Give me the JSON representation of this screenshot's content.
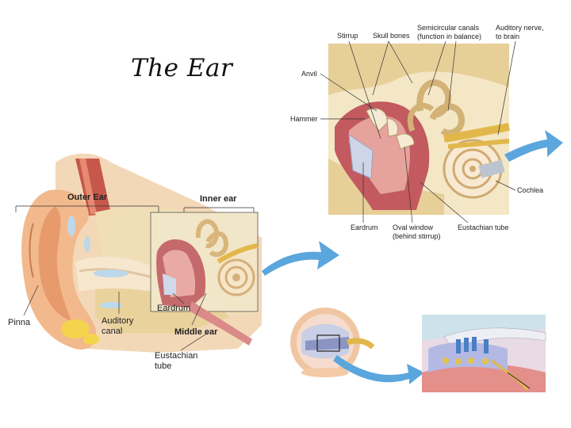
{
  "title": "The Ear",
  "main_diagram": {
    "outer_ear": "Outer Ear",
    "inner_ear": "Inner ear",
    "pinna": "Pinna",
    "auditory_canal_1": "Auditory",
    "auditory_canal_2": "canal",
    "eardrum": "Eardrum",
    "middle_ear": "Middle ear",
    "eustachian_1": "Eustachian",
    "eustachian_2": "tube"
  },
  "detail_diagram": {
    "stirrup": "Stirrup",
    "skull_bones": "Skull bones",
    "semicircular_1": "Semicircular canals",
    "semicircular_2": "(function in balance)",
    "auditory_nerve_1": "Auditory nerve,",
    "auditory_nerve_2": "to brain",
    "anvil": "Anvil",
    "hammer": "Hammer",
    "cochlea": "Cochlea",
    "eardrum": "Eardrum",
    "oval_window_1": "Oval window",
    "oval_window_2": "(behind stirrup)",
    "eustachian": "Eustachian tube"
  },
  "colors": {
    "arrow": "#5aa6dd",
    "bone": "#f0dfb6",
    "tissue": "#d9888a",
    "canal": "#f6e7cf"
  }
}
